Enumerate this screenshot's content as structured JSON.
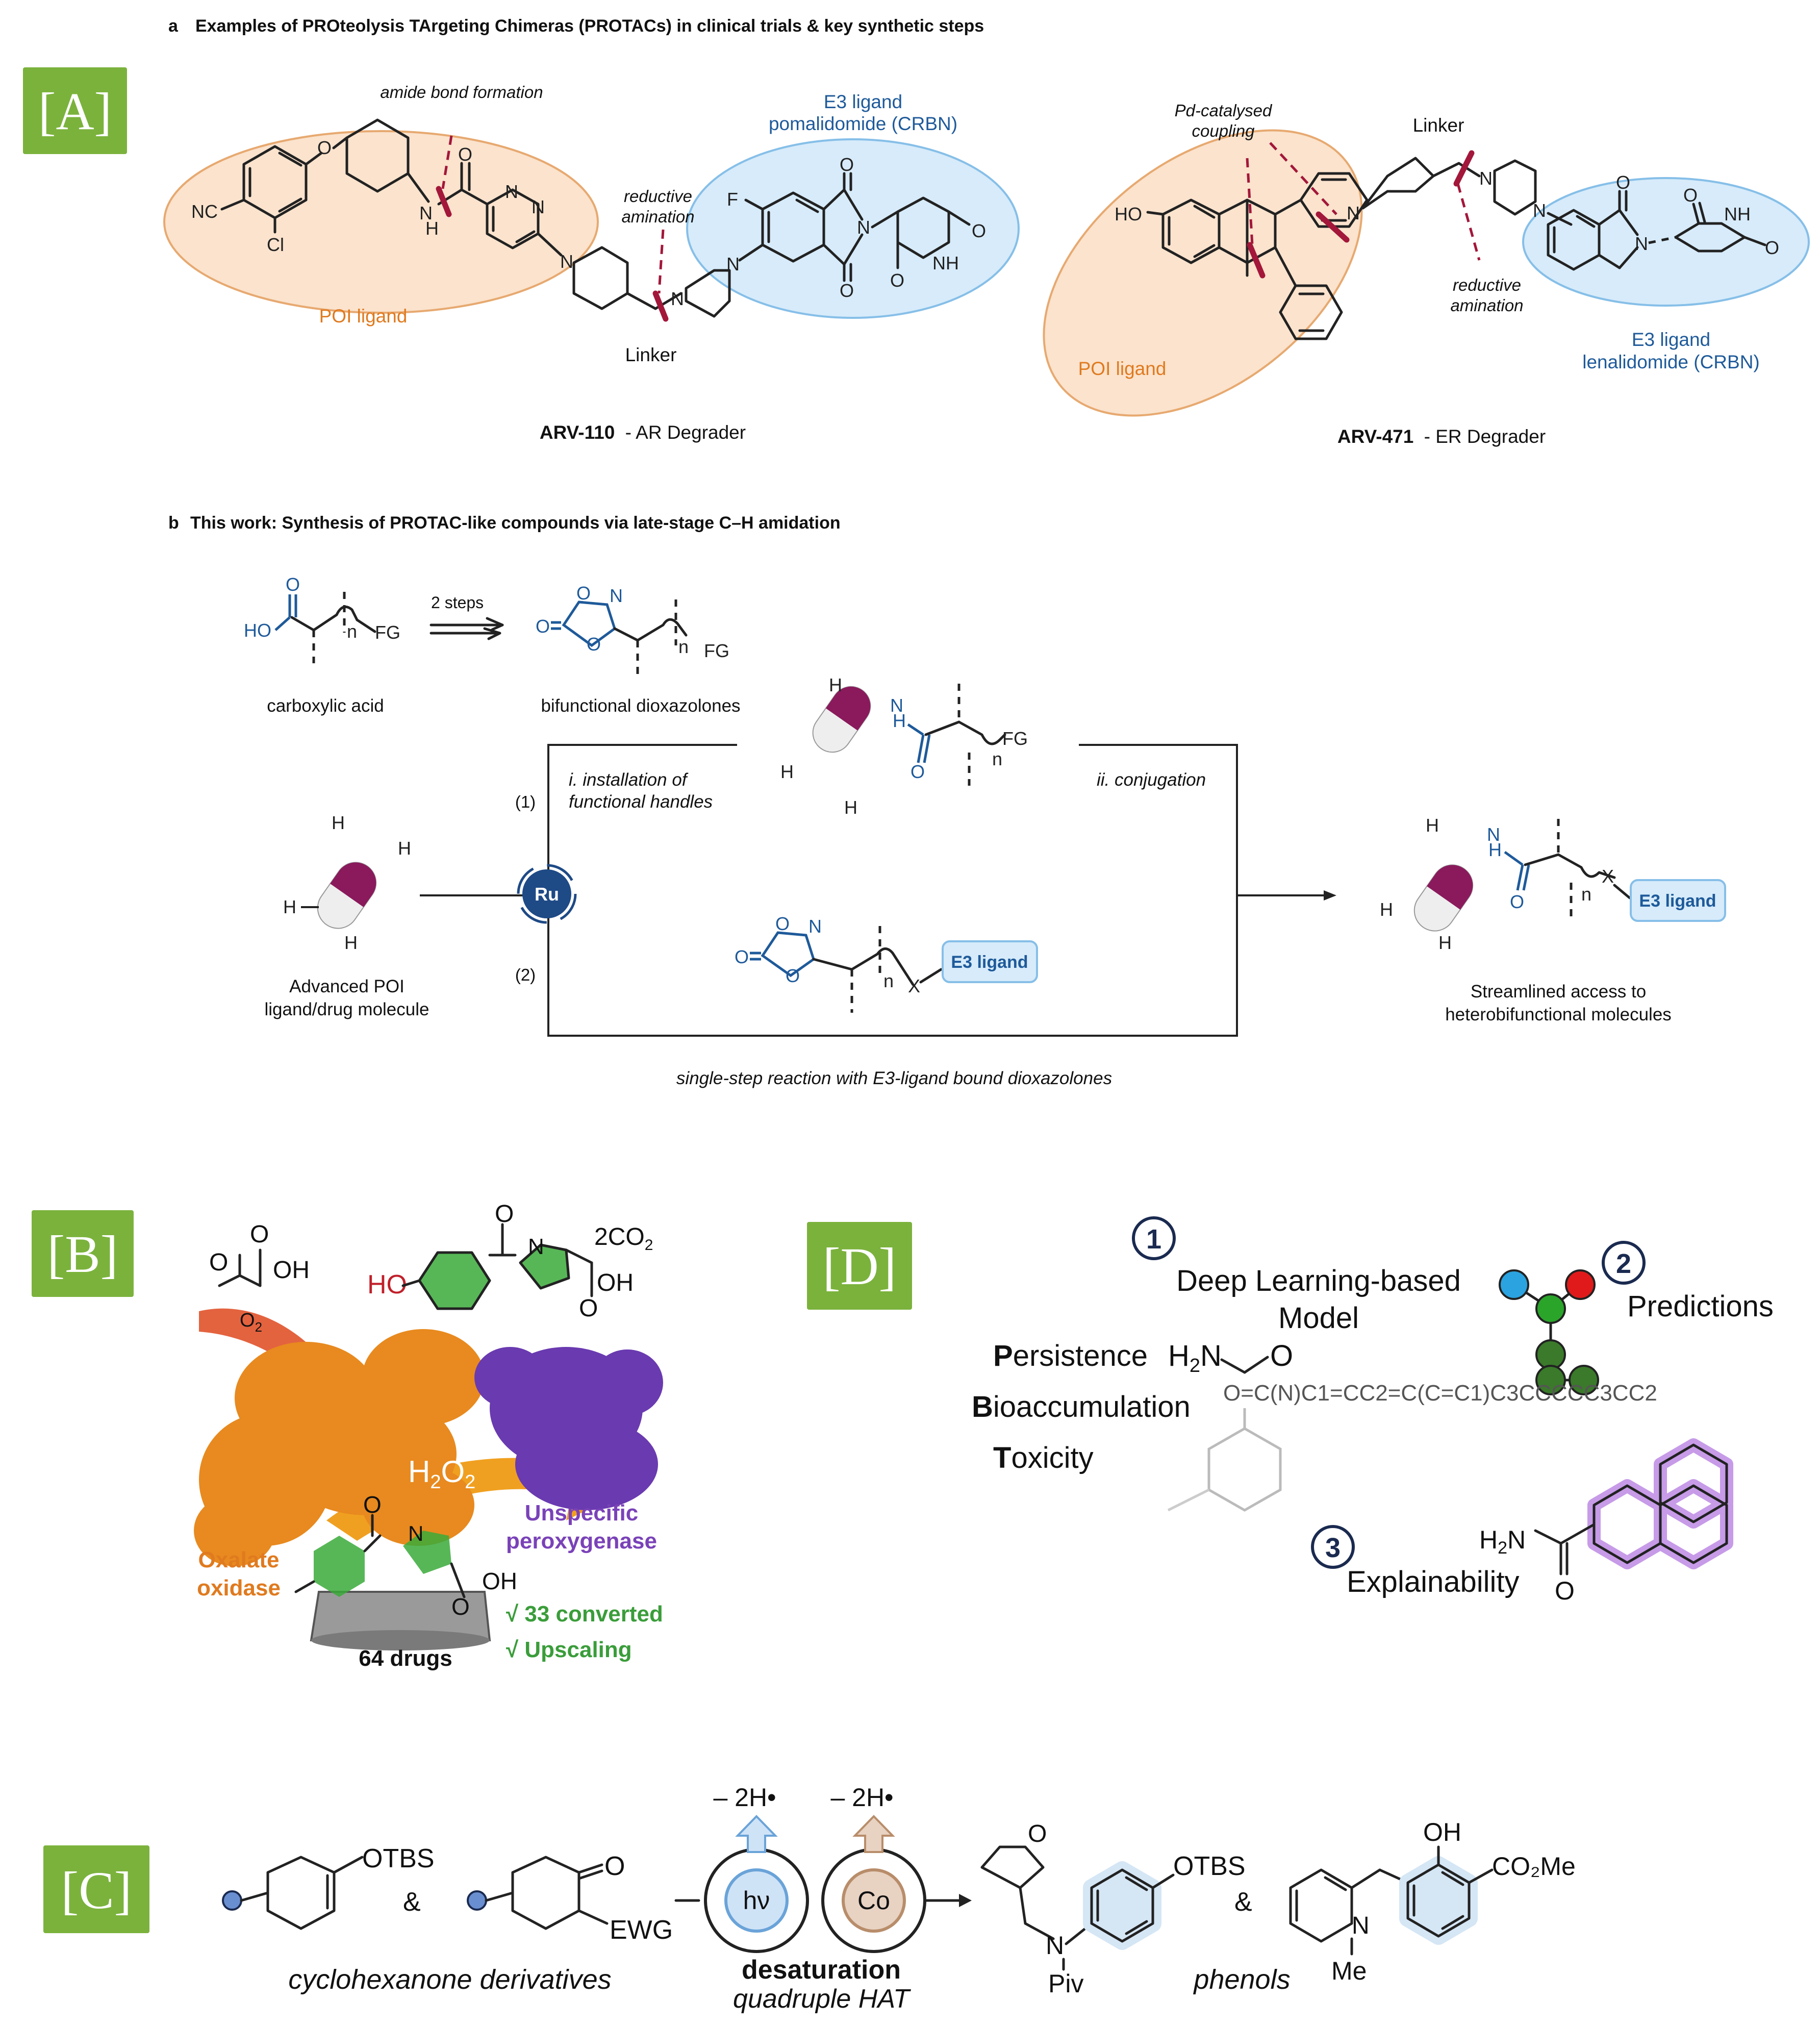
{
  "badges": {
    "A": "[A]",
    "B": "[B]",
    "C": "[C]",
    "D": "[D]"
  },
  "colors": {
    "badge_green": "#7bb23c",
    "poi_fill": "#fbe3cd",
    "poi_stroke": "#e7a970",
    "e3_fill": "#d7ebfa",
    "e3_stroke": "#86bfe8",
    "cut_red": "#a3173a",
    "blue_text": "#1e5a9a",
    "orange_text": "#e07a1f",
    "purple_text": "#7a42b8",
    "green_text": "#3a9d3a",
    "capsule_purple": "#8a1a5c"
  },
  "panelA": {
    "title_letter": "a",
    "title": "Examples of PROteolysis TArgeting Chimeras (PROTACs) in clinical trials & key synthetic steps",
    "arv110": {
      "amide_note": "amide bond formation",
      "e3_title": "E3 ligand",
      "e3_sub": "pomalidomide (CRBN)",
      "reductive_1": "reductive",
      "reductive_2": "amination",
      "poi": "POI ligand",
      "linker": "Linker",
      "name": "ARV-110",
      "desc": "- AR Degrader"
    },
    "arv471": {
      "pd_1": "Pd-catalysed",
      "pd_2": "coupling",
      "linker": "Linker",
      "reductive_1": "reductive",
      "reductive_2": "amination",
      "poi": "POI ligand",
      "e3_title": "E3 ligand",
      "e3_sub": "lenalidomide (CRBN)",
      "name": "ARV-471",
      "desc": "- ER Degrader"
    },
    "atoms": {
      "nc": "NC",
      "cl": "Cl",
      "o": "O",
      "n": "N",
      "nh_h": "H",
      "f": "F",
      "nh": "NH",
      "ho": "HO",
      "h": "H"
    }
  },
  "panelB": {
    "title_letter": "b",
    "title": "This work: Synthesis of PROTAC-like compounds via late-stage C–H amidation",
    "steps": "2 steps",
    "carboxylic": "carboxylic acid",
    "dioxazolones": "bifunctional dioxazolones",
    "install_1": "i. installation of",
    "install_2": "functional handles",
    "conjugation": "ii. conjugation",
    "route1": "(1)",
    "route2": "(2)",
    "ru": "Ru",
    "advanced_1": "Advanced POI",
    "advanced_2": "ligand/drug molecule",
    "e3_ligand": "E3 ligand",
    "streamlined_1": "Streamlined access to",
    "streamlined_2": "heterobifunctional molecules",
    "single_step": "single-step reaction with E3-ligand bound dioxazolones",
    "atoms": {
      "ho": "HO",
      "o": "O",
      "n": "N",
      "fg": "FG",
      "n_sub": "n",
      "h": "H",
      "x": "X"
    }
  },
  "panelBimg": {
    "co2": "2CO",
    "co2_sub": "2",
    "ho": "HO",
    "oh": "OH",
    "o": "O",
    "o2": "O",
    "o2_sub": "2",
    "h2o2_h": "H",
    "h2o2_2a": "2",
    "h2o2_o": "O",
    "h2o2_2b": "2",
    "oxalate_1": "Oxalate",
    "oxalate_2": "oxidase",
    "unspecific_1": "Unspecific",
    "unspecific_2": "peroxygenase",
    "drugs": "64 drugs",
    "converted": "√ 33 converted",
    "upscaling": "√ Upscaling",
    "n": "N"
  },
  "panelD": {
    "step1": "1",
    "step2": "2",
    "step3": "3",
    "model_1": "Deep Learning-based",
    "model_2": "Model",
    "predictions": "Predictions",
    "p_letter": "P",
    "p_rest": "ersistence",
    "b_letter": "B",
    "b_rest": "ioaccumulation",
    "t_letter": "T",
    "t_rest": "oxicity",
    "h2n": "H",
    "h2n_sub": "2",
    "h2n_n": "N",
    "o": "O",
    "smiles": "O=C(N)C1=CC2=C(C=C1)C3CCCCC3CC2",
    "explainability": "Explainability"
  },
  "panelC": {
    "otbs": "OTBS",
    "amp": "&",
    "o": "O",
    "ewg": "EWG",
    "minus_2h_1": "– 2H•",
    "minus_2h_2": "– 2H•",
    "hv": "hν",
    "co": "Co",
    "cyclohexanone": "cyclohexanone derivatives",
    "desaturation": "desaturation",
    "quadruple": "quadruple HAT",
    "n": "N",
    "piv": "Piv",
    "phenols": "phenols",
    "oh": "OH",
    "co2me": "CO₂Me",
    "me": "Me"
  }
}
